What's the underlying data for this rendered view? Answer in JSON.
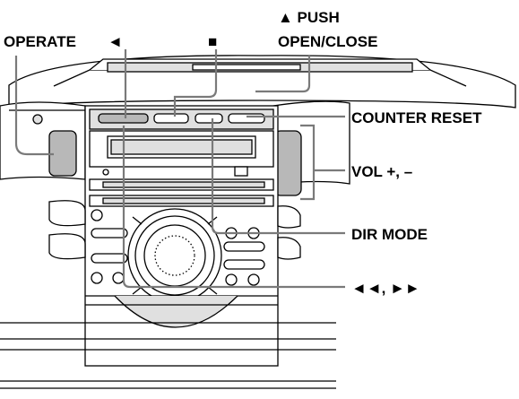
{
  "labels": {
    "operate": "OPERATE",
    "play_dir": "◄",
    "stop": "■",
    "push_line1": "▲ PUSH",
    "push_line2": "OPEN/CLOSE",
    "counter_reset": "COUNTER RESET",
    "vol": "VOL +, –",
    "dir_mode": "DIR MODE",
    "skip": "◄◄, ►►"
  },
  "colors": {
    "line": "#000000",
    "panel_gray": "#b8b8b8",
    "light_gray": "#e0e0e0",
    "callout_line": "#7a7a7a",
    "background": "#ffffff"
  }
}
